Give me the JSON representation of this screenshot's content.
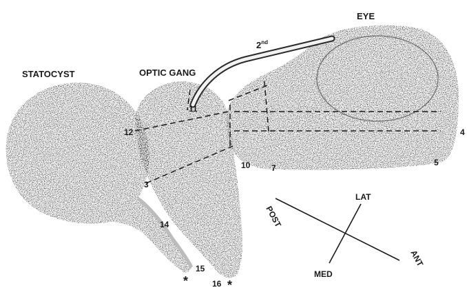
{
  "labels": {
    "statocyst": "STATOCYST",
    "optic_gang": "OPTIC GANG",
    "eye": "EYE",
    "nerve_2nd_base": "2",
    "nerve_2nd_sup": "nd"
  },
  "numbers": {
    "n3": "3",
    "n4": "4",
    "n5": "5",
    "n7": "7",
    "n10": "10",
    "n11": "11",
    "n12": "12",
    "n14": "14",
    "n15": "15",
    "n16": "16"
  },
  "markers": {
    "star_a": "*",
    "star_b": "*"
  },
  "orientation": {
    "post": "POST",
    "ant": "ANT",
    "lat": "LAT",
    "med": "MED"
  }
}
